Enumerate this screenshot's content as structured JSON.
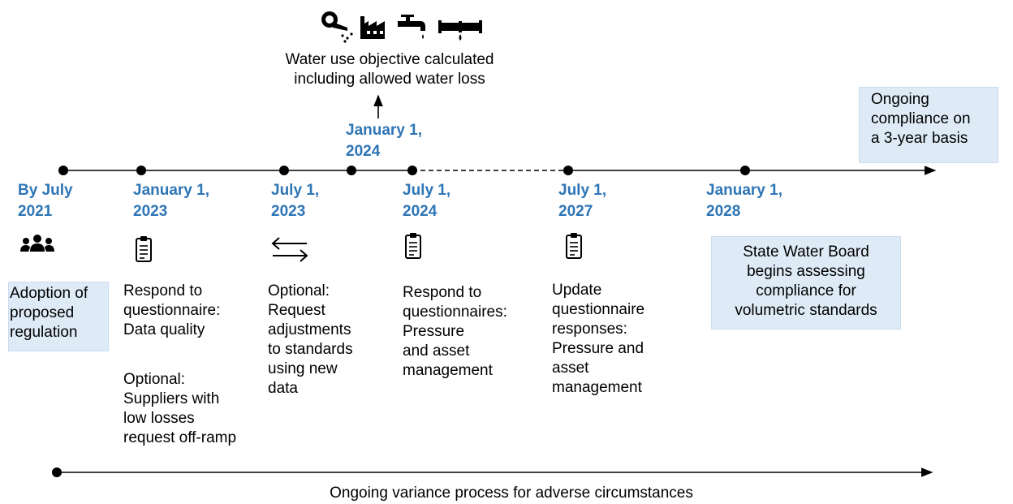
{
  "top_note": {
    "line1": "Water use objective calculated",
    "line2": "including  allowed water loss",
    "icons": [
      "watering-can-icon",
      "factory-icon",
      "faucet-icon",
      "leaking-pipe-icon"
    ]
  },
  "ongoing_compliance": {
    "line1": "Ongoing",
    "line2": "compliance on",
    "line3": "a 3-year basis"
  },
  "bottom_line": {
    "text": "Ongoing variance process for adverse circumstances"
  },
  "milestones": [
    {
      "date1": "By July",
      "date2": "2021",
      "icon": "people-icon",
      "lines": [
        "Adoption of",
        "proposed",
        "regulation"
      ]
    },
    {
      "date1": "January 1,",
      "date2": "2023",
      "icon": "clipboard-icon",
      "lines": [
        "Respond to",
        "questionnaire:",
        "Data quality"
      ],
      "lines2": [
        "Optional:",
        "Suppliers with",
        "low losses",
        "request off-ramp"
      ]
    },
    {
      "date1": "July 1,",
      "date2": "2023",
      "icon": "swap-arrows-icon",
      "lines": [
        "Optional:",
        "Request",
        "adjustments",
        "to standards",
        "using new",
        "data"
      ]
    },
    {
      "date1": "January 1,",
      "date2": "2024"
    },
    {
      "date1": "July 1,",
      "date2": "2024",
      "icon": "clipboard-icon",
      "lines": [
        "Respond to",
        "questionnaires:",
        "Pressure",
        "and asset",
        "management"
      ]
    },
    {
      "date1": "July 1,",
      "date2": "2027",
      "icon": "clipboard-icon",
      "lines": [
        "Update",
        "questionnaire",
        "responses:",
        "Pressure and",
        "asset",
        "management"
      ]
    },
    {
      "date1": "January 1,",
      "date2": "2028",
      "lines": [
        "State Water Board",
        "begins assessing",
        "compliance for",
        "volumetric standards"
      ]
    }
  ],
  "colors": {
    "date": "#2E75B6",
    "highlight_box": "#DEEBF7",
    "line": "#000000"
  }
}
